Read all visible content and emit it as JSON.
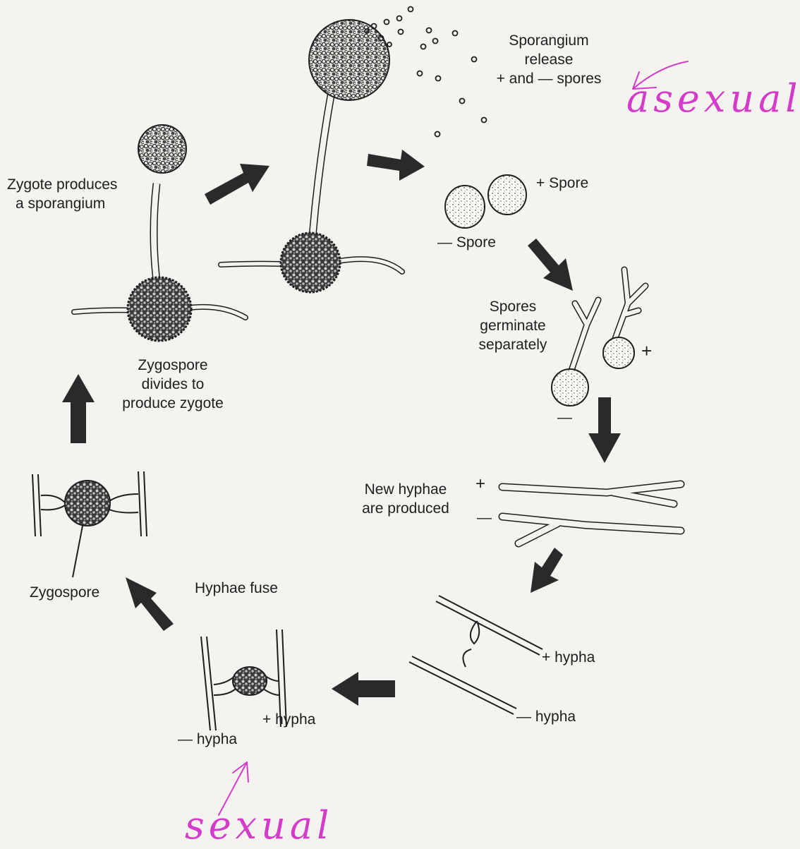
{
  "labels": {
    "sporangium_release": [
      "Sporangium",
      "release",
      "+ and — spores"
    ],
    "plus_spore": "+ Spore",
    "minus_spore": "— Spore",
    "spores_germinate": [
      "Spores",
      "germinate",
      "separately"
    ],
    "plus_sign": "+",
    "minus_sign": "—",
    "new_hyphae": [
      "New hyphae",
      "are produced"
    ],
    "plus_hypha": "+ hypha",
    "minus_hypha": "— hypha",
    "hyphae_fuse": "Hyphae fuse",
    "fuse_plus_hypha": "+ hypha",
    "fuse_minus_hypha": "— hypha",
    "zygospore": "Zygospore",
    "zygospore_divides": [
      "Zygospore",
      "divides to",
      "produce zygote"
    ],
    "zygote_produces": [
      "Zygote produces",
      "a sporangium"
    ]
  },
  "annotations": {
    "asexual": "asexual",
    "sexual": "sexual"
  },
  "colors": {
    "ink": "#1e1e1e",
    "arrow": "#2a2a2a",
    "annotation": "#d23cc9",
    "paper": "#f4f3ef"
  }
}
